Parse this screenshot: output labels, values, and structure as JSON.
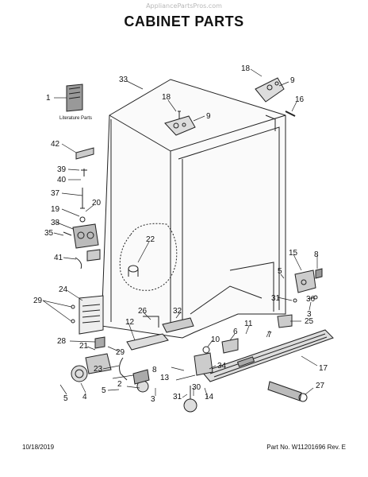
{
  "watermark": "AppliancePartsPros.com",
  "title": "CABINET PARTS",
  "literature_label": "Literature Parts",
  "footer": {
    "date": "10/18/2019",
    "part_number": "Part No.  W11201696  Rev. E"
  },
  "callouts": [
    "33",
    "18",
    "9",
    "16",
    "1",
    "18",
    "9",
    "42",
    "39",
    "40",
    "37",
    "20",
    "19",
    "38",
    "35",
    "41",
    "22",
    "15",
    "8",
    "5",
    "31",
    "36",
    "3",
    "24",
    "29",
    "26",
    "32",
    "12",
    "25",
    "10",
    "6",
    "11",
    "7",
    "28",
    "21",
    "29",
    "23",
    "8",
    "13",
    "34",
    "17",
    "5",
    "2",
    "30",
    "31",
    "14",
    "4",
    "5",
    "3",
    "27"
  ]
}
